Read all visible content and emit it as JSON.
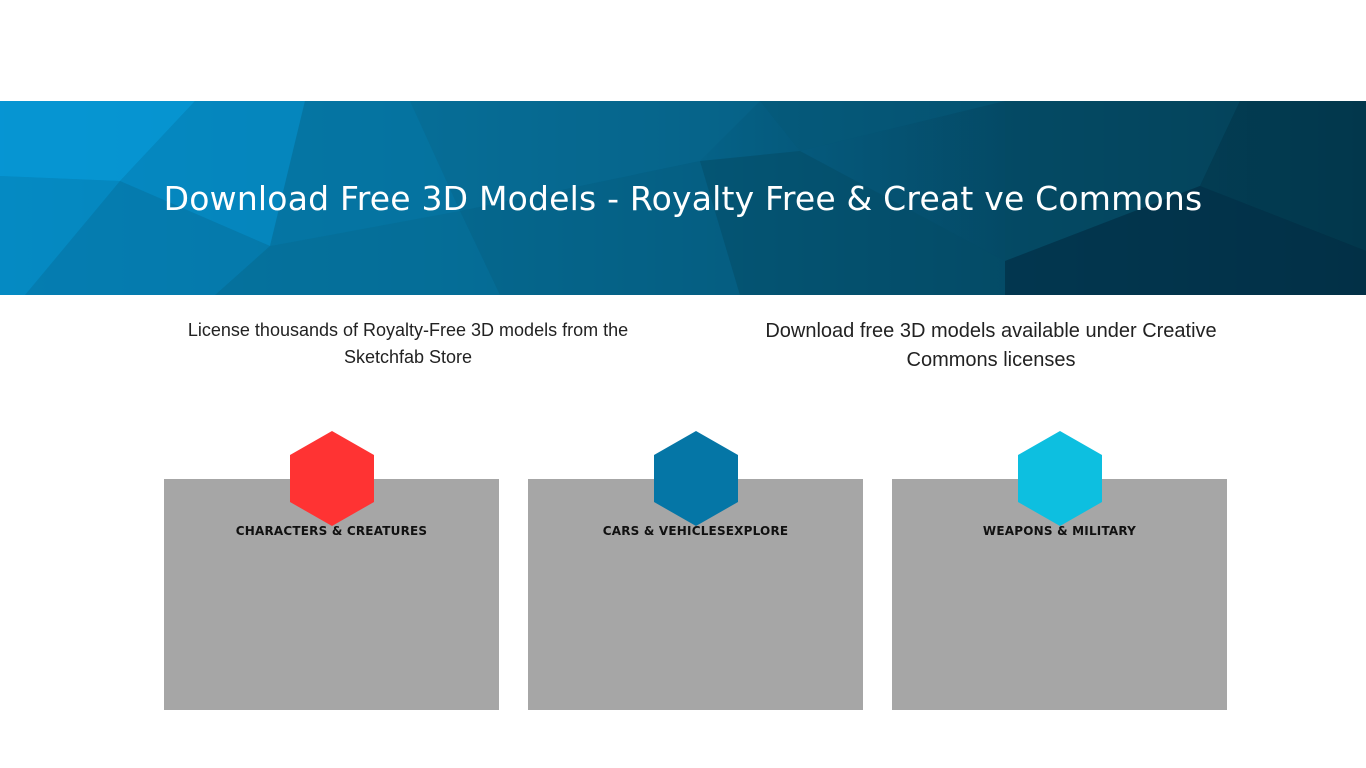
{
  "hero": {
    "title": "Download Free 3D Models - Royalty Free & Creat ve Commons",
    "colors": {
      "light": "#0590cc",
      "mid": "#05587a",
      "dark": "#032a3a"
    }
  },
  "intro": {
    "left_text": "License thousands of Royalty-Free 3D models from the Sketchfab Store",
    "right_text": "Download free 3D models available under Creative Commons licenses"
  },
  "categories": [
    {
      "label": "CHARACTERS & CREATURES",
      "icon": "hexagon-icon",
      "color": "#ff3333"
    },
    {
      "label": "CARS & VEHICLESEXPLORE",
      "icon": "hexagon-icon",
      "color": "#0576a6"
    },
    {
      "label": "WEAPONS & MILITARY",
      "icon": "hexagon-icon",
      "color": "#0dbfe0"
    }
  ],
  "card_color": "#a6a6a6"
}
